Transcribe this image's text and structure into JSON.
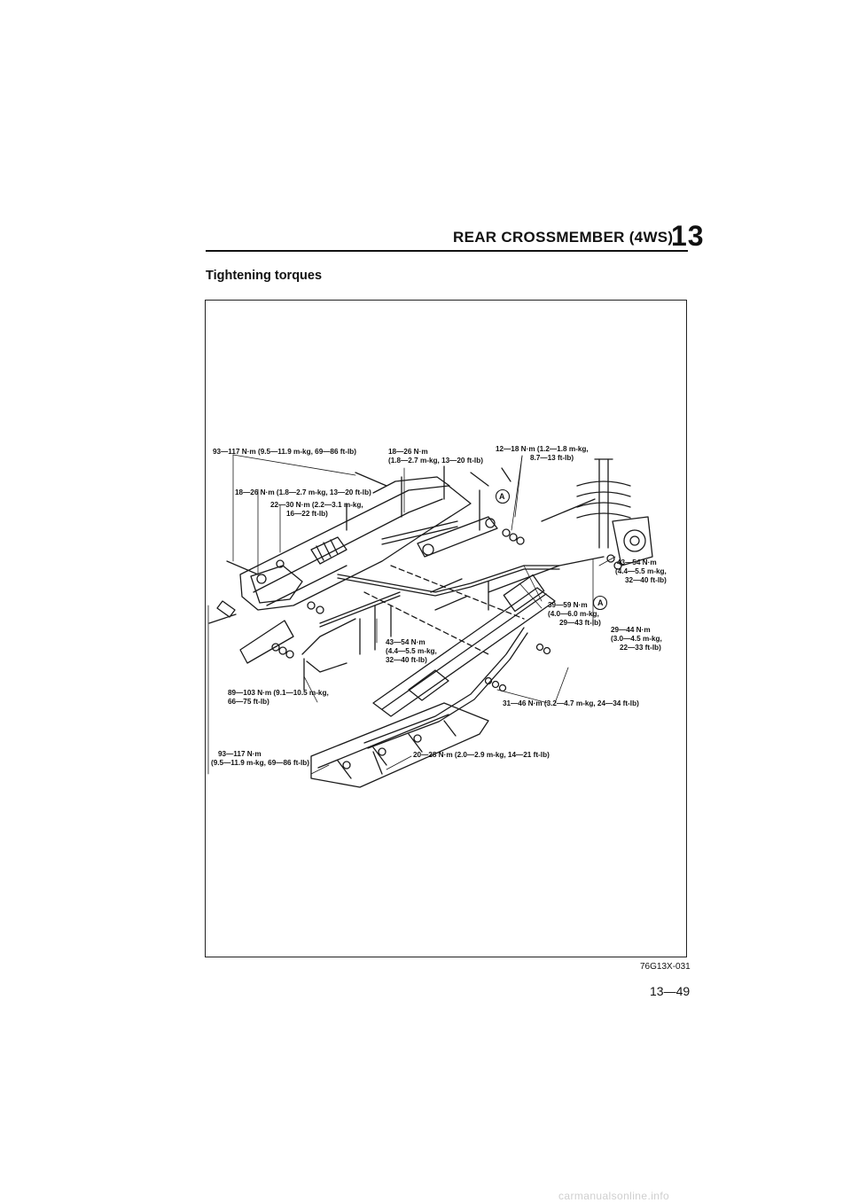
{
  "header": {
    "title": "REAR CROSSMEMBER (4WS)",
    "section_number": "13"
  },
  "section_title": "Tightening torques",
  "figure": {
    "code": "76G13X-031",
    "labels": {
      "l1": [
        "93—117 N·m (9.5—11.9 m-kg, 69—86 ft-lb)"
      ],
      "l2": [
        "18—26 N·m",
        "(1.8—2.7 m-kg, 13—20 ft-lb)"
      ],
      "l3": [
        "12—18 N·m (1.2—1.8 m-kg,",
        "8.7—13 ft-lb)"
      ],
      "l4": [
        "18—26 N·m (1.8—2.7 m-kg, 13—20 ft-lb)"
      ],
      "l5": [
        "22—30 N·m (2.2—3.1 m-kg,",
        "16—22 ft-lb)"
      ],
      "l6": [
        "43—54 N·m",
        "(4.4—5.5 m-kg,",
        "32—40 ft-lb)"
      ],
      "l7": [
        "39—59 N·m",
        "(4.0—6.0 m-kg,",
        "29—43 ft-lb)"
      ],
      "l8": [
        "29—44 N·m",
        "(3.0—4.5 m-kg,",
        "22—33 ft-lb)"
      ],
      "l9": [
        "43—54 N·m",
        "(4.4—5.5 m-kg,",
        "32—40 ft-lb)"
      ],
      "l10": [
        "89—103 N·m (9.1—10.5 m-kg,",
        "66—75 ft-lb)"
      ],
      "l11": [
        "31—46 N·m (3.2—4.7 m-kg, 24—34 ft-lb)"
      ],
      "l12": [
        "93—117 N·m",
        "(9.5—11.9 m-kg, 69—86 ft-lb)"
      ],
      "l13": [
        "20—28 N·m (2.0—2.9 m-kg, 14—21 ft-lb)"
      ],
      "marker_a": "A"
    }
  },
  "page_number": "13—49",
  "footer": "carmanualsonline.info"
}
